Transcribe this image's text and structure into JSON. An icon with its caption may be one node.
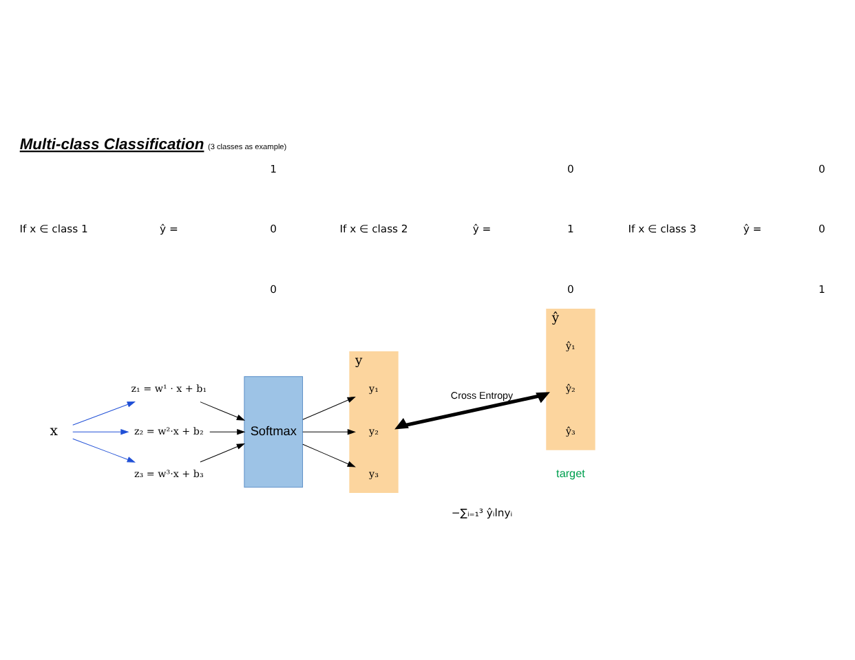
{
  "diagram": {
    "title": "Multi-class Classification",
    "caption": "(3 classes as example)",
    "nodes": [
      {
        "text": [
          "x"
        ]
      },
      {
        "text": [
          "z₁ = w¹ · x + b₁"
        ]
      },
      {
        "text": [
          "z₂ = w²·x + b₂"
        ]
      },
      {
        "text": [
          "z₃ = w³·x + b₃"
        ]
      },
      {
        "text": [
          "Softmax"
        ]
      },
      {
        "text": [
          "y"
        ]
      },
      {
        "text": [
          "y₁"
        ],
        "in": 5
      },
      {
        "text": [
          "y₂"
        ],
        "in": 5
      },
      {
        "text": [
          "y₃"
        ],
        "in": 5
      },
      {
        "text": [
          "ŷ"
        ],
        "beside": [
          "target"
        ]
      },
      {
        "text": [
          "ŷ₁"
        ],
        "in": 9
      },
      {
        "text": [
          "ŷ₂"
        ],
        "in": 9
      },
      {
        "text": [
          "ŷ₃"
        ],
        "in": 9
      }
    ],
    "edges": [
      {
        "from": 0,
        "to": 1,
        "arrow": "to",
        "color": "#1f4fd6"
      },
      {
        "from": 0,
        "to": 2,
        "arrow": "to",
        "color": "#1f4fd6"
      },
      {
        "from": 0,
        "to": 3,
        "arrow": "to",
        "color": "#1f4fd6"
      },
      {
        "from": 1,
        "to": 4,
        "arrow": "to"
      },
      {
        "from": 2,
        "to": 4,
        "arrow": "to"
      },
      {
        "from": 3,
        "to": 4,
        "arrow": "to"
      },
      {
        "from": 4,
        "to": 6,
        "arrow": "to"
      },
      {
        "from": 4,
        "to": 7,
        "arrow": "to"
      },
      {
        "from": 4,
        "to": 8,
        "arrow": "to"
      },
      {
        "from": 5,
        "to": 9,
        "arrow": "both",
        "label": "Cross Entropy",
        "style": "thick"
      }
    ],
    "labels": [
      "−∑ᵢ₌₁³ ŷᵢlnyᵢ",
      "If x ∈ class 1",
      "If x ∈ class 2",
      "If x ∈ class 3",
      "ŷ =",
      "1",
      "0",
      "0",
      "ŷ =",
      "0",
      "1",
      "0",
      "ŷ =",
      "0",
      "0",
      "1"
    ]
  }
}
